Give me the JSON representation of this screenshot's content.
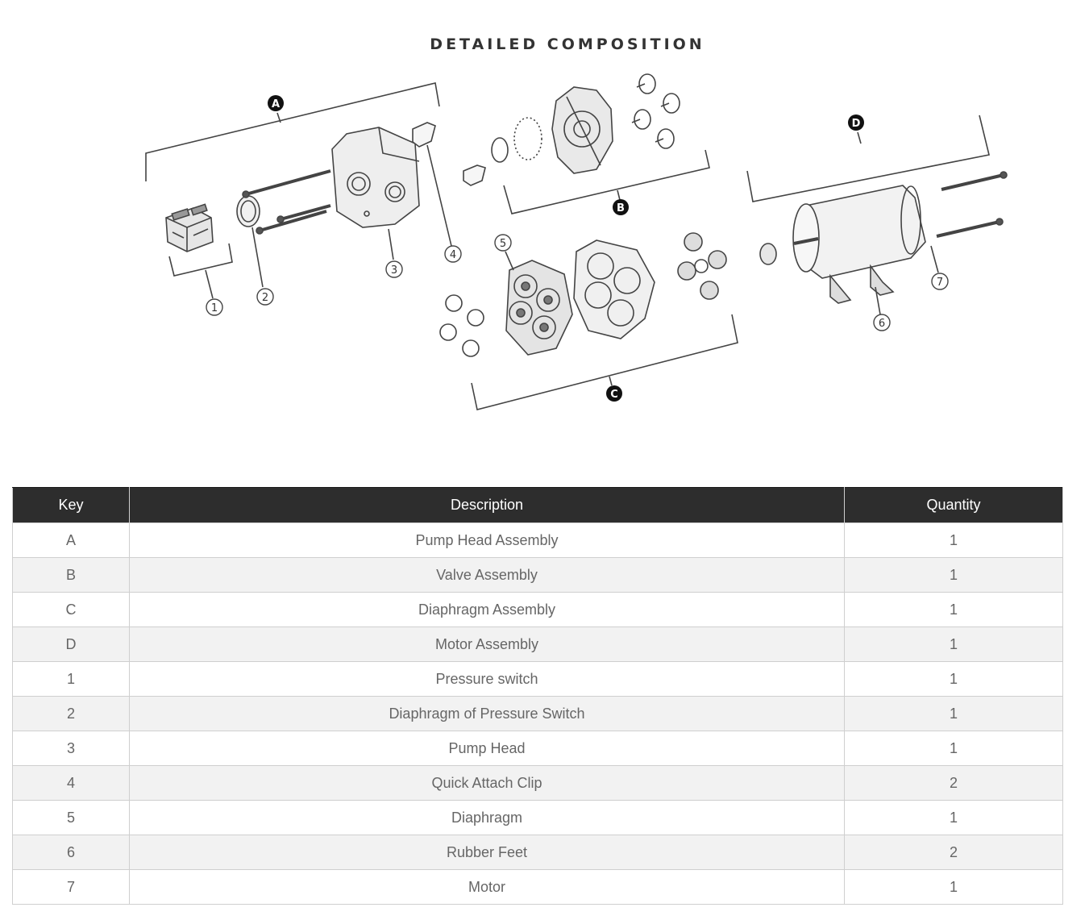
{
  "heading": "DETAILED COMPOSITION",
  "diagram": {
    "assembly_markers": [
      "A",
      "B",
      "C",
      "D"
    ],
    "part_markers": [
      "1",
      "2",
      "3",
      "4",
      "5",
      "6",
      "7"
    ]
  },
  "table": {
    "headers": {
      "key": "Key",
      "description": "Description",
      "quantity": "Quantity"
    },
    "rows": [
      {
        "key": "A",
        "description": "Pump Head Assembly",
        "quantity": "1"
      },
      {
        "key": "B",
        "description": "Valve Assembly",
        "quantity": "1"
      },
      {
        "key": "C",
        "description": "Diaphragm Assembly",
        "quantity": "1"
      },
      {
        "key": "D",
        "description": "Motor Assembly",
        "quantity": "1"
      },
      {
        "key": "1",
        "description": "Pressure switch",
        "quantity": "1"
      },
      {
        "key": "2",
        "description": "Diaphragm of Pressure Switch",
        "quantity": "1"
      },
      {
        "key": "3",
        "description": "Pump Head",
        "quantity": "1"
      },
      {
        "key": "4",
        "description": "Quick Attach Clip",
        "quantity": "2"
      },
      {
        "key": "5",
        "description": "Diaphragm",
        "quantity": "1"
      },
      {
        "key": "6",
        "description": "Rubber Feet",
        "quantity": "2"
      },
      {
        "key": "7",
        "description": "Motor",
        "quantity": "1"
      }
    ]
  }
}
